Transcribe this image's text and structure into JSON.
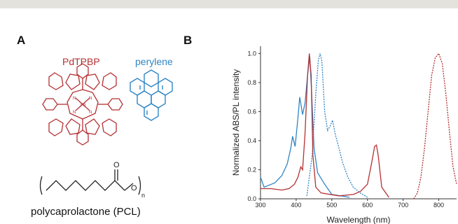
{
  "panel_a": {
    "letter": "A",
    "porphyrin_name": "PdTPBP",
    "porphyrin_metal": "Pd",
    "porphyrin_n": "N",
    "perylene_name": "perylene",
    "polymer_name": "polycaprolactone (PCL)",
    "polymer_o": "O",
    "polymer_subscript": "n"
  },
  "panel_b": {
    "letter": "B"
  },
  "colors": {
    "pdtpbp": "#b43033",
    "perylene": "#2f86c6",
    "axis": "#333333",
    "topbar": "#e4e2dc"
  },
  "chart_data": {
    "type": "line",
    "xlabel": "Wavelength (nm)",
    "ylabel": "Normalized ABS/PL intensity",
    "xlim": [
      300,
      850
    ],
    "ylim": [
      0.0,
      1.05
    ],
    "xticks": [
      300,
      400,
      500,
      600,
      700,
      800
    ],
    "yticks": [
      0.0,
      0.2,
      0.4,
      0.6,
      0.8,
      1.0
    ],
    "ytick_labels": [
      "0.0",
      "0.2",
      "0.4",
      "0.6",
      "0.8",
      "1.0"
    ],
    "grid": false,
    "series": [
      {
        "color": "#2f86c6",
        "dash": false,
        "x": [
          300,
          310,
          320,
          340,
          360,
          375,
          385,
          390,
          397,
          405,
          410,
          418,
          425,
          432,
          438,
          443,
          450,
          460,
          470,
          480,
          500,
          550
        ],
        "y": [
          0.15,
          0.08,
          0.09,
          0.11,
          0.16,
          0.24,
          0.35,
          0.43,
          0.36,
          0.56,
          0.7,
          0.58,
          0.66,
          0.85,
          0.98,
          0.75,
          0.35,
          0.18,
          0.14,
          0.1,
          0.03,
          0.01
        ]
      },
      {
        "color": "#2f86c6",
        "dash": true,
        "x": [
          430,
          445,
          455,
          462,
          467,
          472,
          480,
          488,
          495,
          502,
          510,
          520,
          530,
          545,
          560,
          580,
          600
        ],
        "y": [
          0.02,
          0.3,
          0.72,
          0.95,
          1.0,
          0.95,
          0.6,
          0.47,
          0.5,
          0.54,
          0.44,
          0.35,
          0.25,
          0.15,
          0.08,
          0.04,
          0.01
        ]
      },
      {
        "color": "#b43033",
        "dash": false,
        "x": [
          300,
          330,
          360,
          380,
          395,
          405,
          413,
          418,
          425,
          432,
          437,
          442,
          447,
          455,
          470,
          520,
          560,
          580,
          600,
          612,
          620,
          625,
          630,
          640,
          660
        ],
        "y": [
          0.07,
          0.07,
          0.06,
          0.07,
          0.1,
          0.15,
          0.22,
          0.2,
          0.45,
          0.85,
          1.0,
          0.85,
          0.3,
          0.08,
          0.04,
          0.02,
          0.03,
          0.05,
          0.1,
          0.25,
          0.36,
          0.37,
          0.3,
          0.08,
          0.01
        ]
      },
      {
        "color": "#b43033",
        "dash": true,
        "x": [
          730,
          740,
          750,
          760,
          770,
          780,
          790,
          800,
          810,
          820,
          830,
          840,
          850
        ],
        "y": [
          0.0,
          0.04,
          0.15,
          0.35,
          0.6,
          0.85,
          0.97,
          1.0,
          0.93,
          0.72,
          0.46,
          0.22,
          0.1
        ]
      }
    ]
  }
}
